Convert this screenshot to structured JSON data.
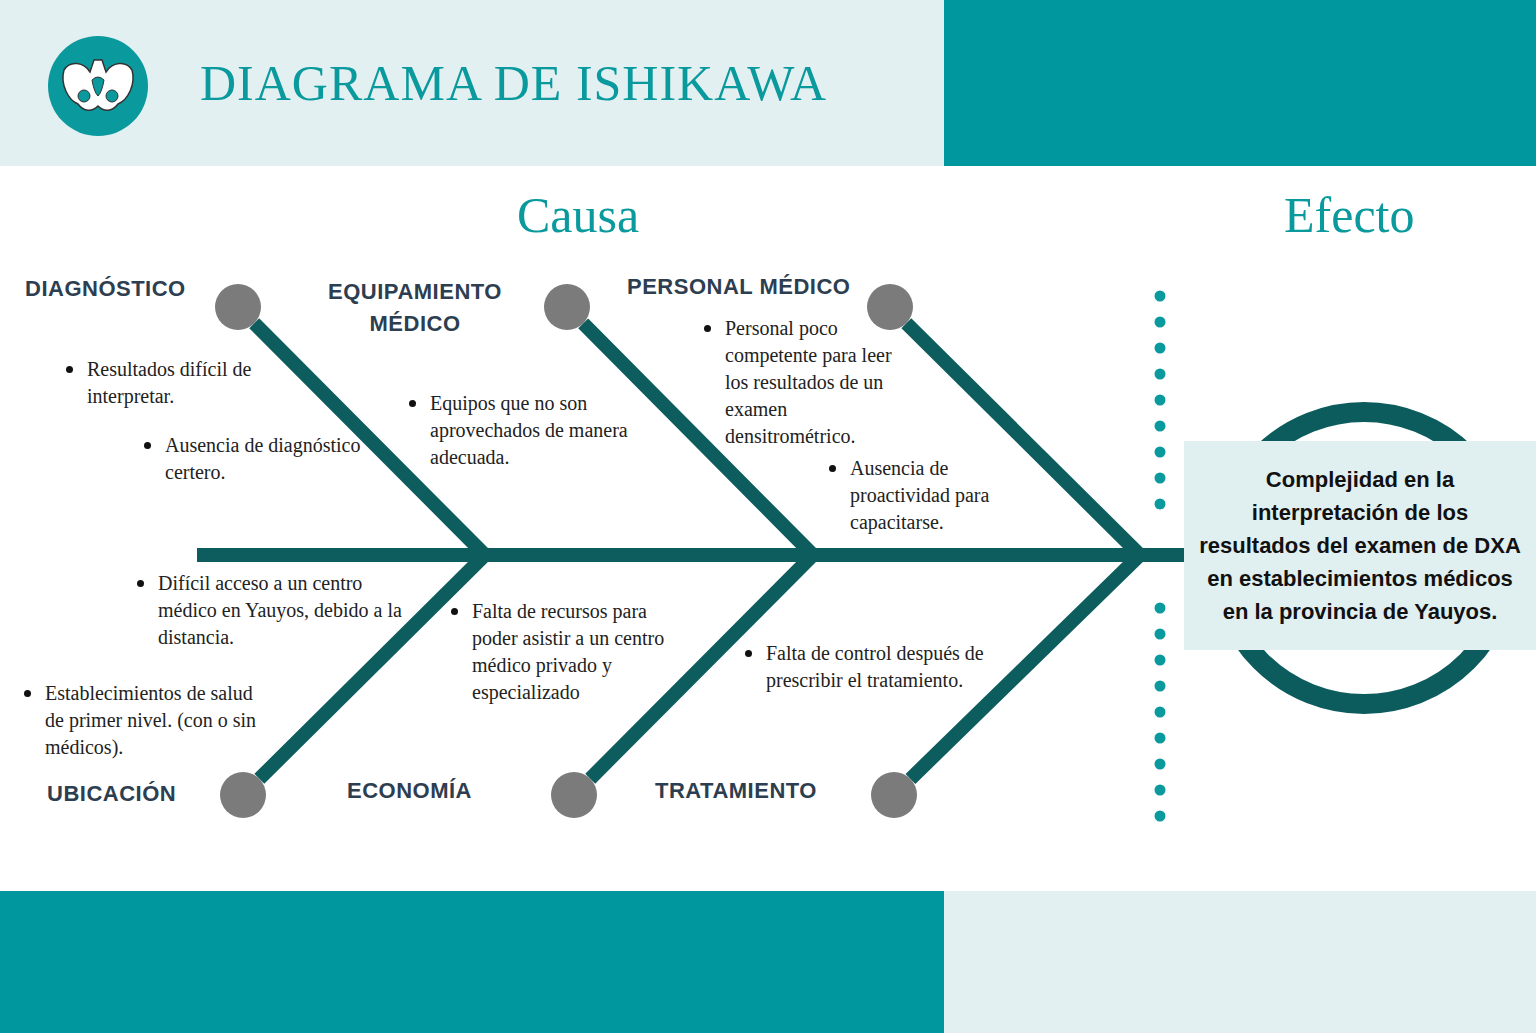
{
  "diagram": {
    "title": "DIAGRAMA DE ISHIKAWA",
    "nodes": [
      {
        "text": [
          "DIAGNÓSTICO"
        ]
      },
      {
        "text": [
          "EQUIPAMIENTO MÉDICO"
        ]
      },
      {
        "text": [
          "PERSONAL MÉDICO"
        ]
      },
      {
        "text": [
          "UBICACIÓN"
        ]
      },
      {
        "text": [
          "ECONOMÍA"
        ]
      },
      {
        "text": [
          "TRATAMIENTO"
        ]
      },
      {
        "text": [
          "Complejidad en la interpretación de los resultados del examen de DXA en establecimientos médicos en la provincia de Yauyos."
        ]
      }
    ],
    "edges": [
      {
        "from": 0,
        "to": 6,
        "arrow": "none"
      },
      {
        "from": 1,
        "to": 6,
        "arrow": "none"
      },
      {
        "from": 2,
        "to": 6,
        "arrow": "none"
      },
      {
        "from": 3,
        "to": 6,
        "arrow": "none"
      },
      {
        "from": 4,
        "to": 6,
        "arrow": "none"
      },
      {
        "from": 5,
        "to": 6,
        "arrow": "none"
      }
    ],
    "labels": [
      "Causa",
      "Efecto",
      "Resultados difícil de interpretar.",
      "Ausencia de diagnóstico certero.",
      "Equipos que no son aprovechados de manera adecuada.",
      "Personal poco competente para leer los resultados de un examen densitrométrico.",
      "Ausencia de proactividad para capacitarse.",
      "Difícil acceso a un centro médico en Yauyos, debido a la distancia.",
      "Establecimientos de salud de primer nivel. (con o sin médicos).",
      "Falta de recursos para poder asistir a un centro médico privado y especializado",
      "Falta de control después de prescribir el tratamiento."
    ]
  }
}
